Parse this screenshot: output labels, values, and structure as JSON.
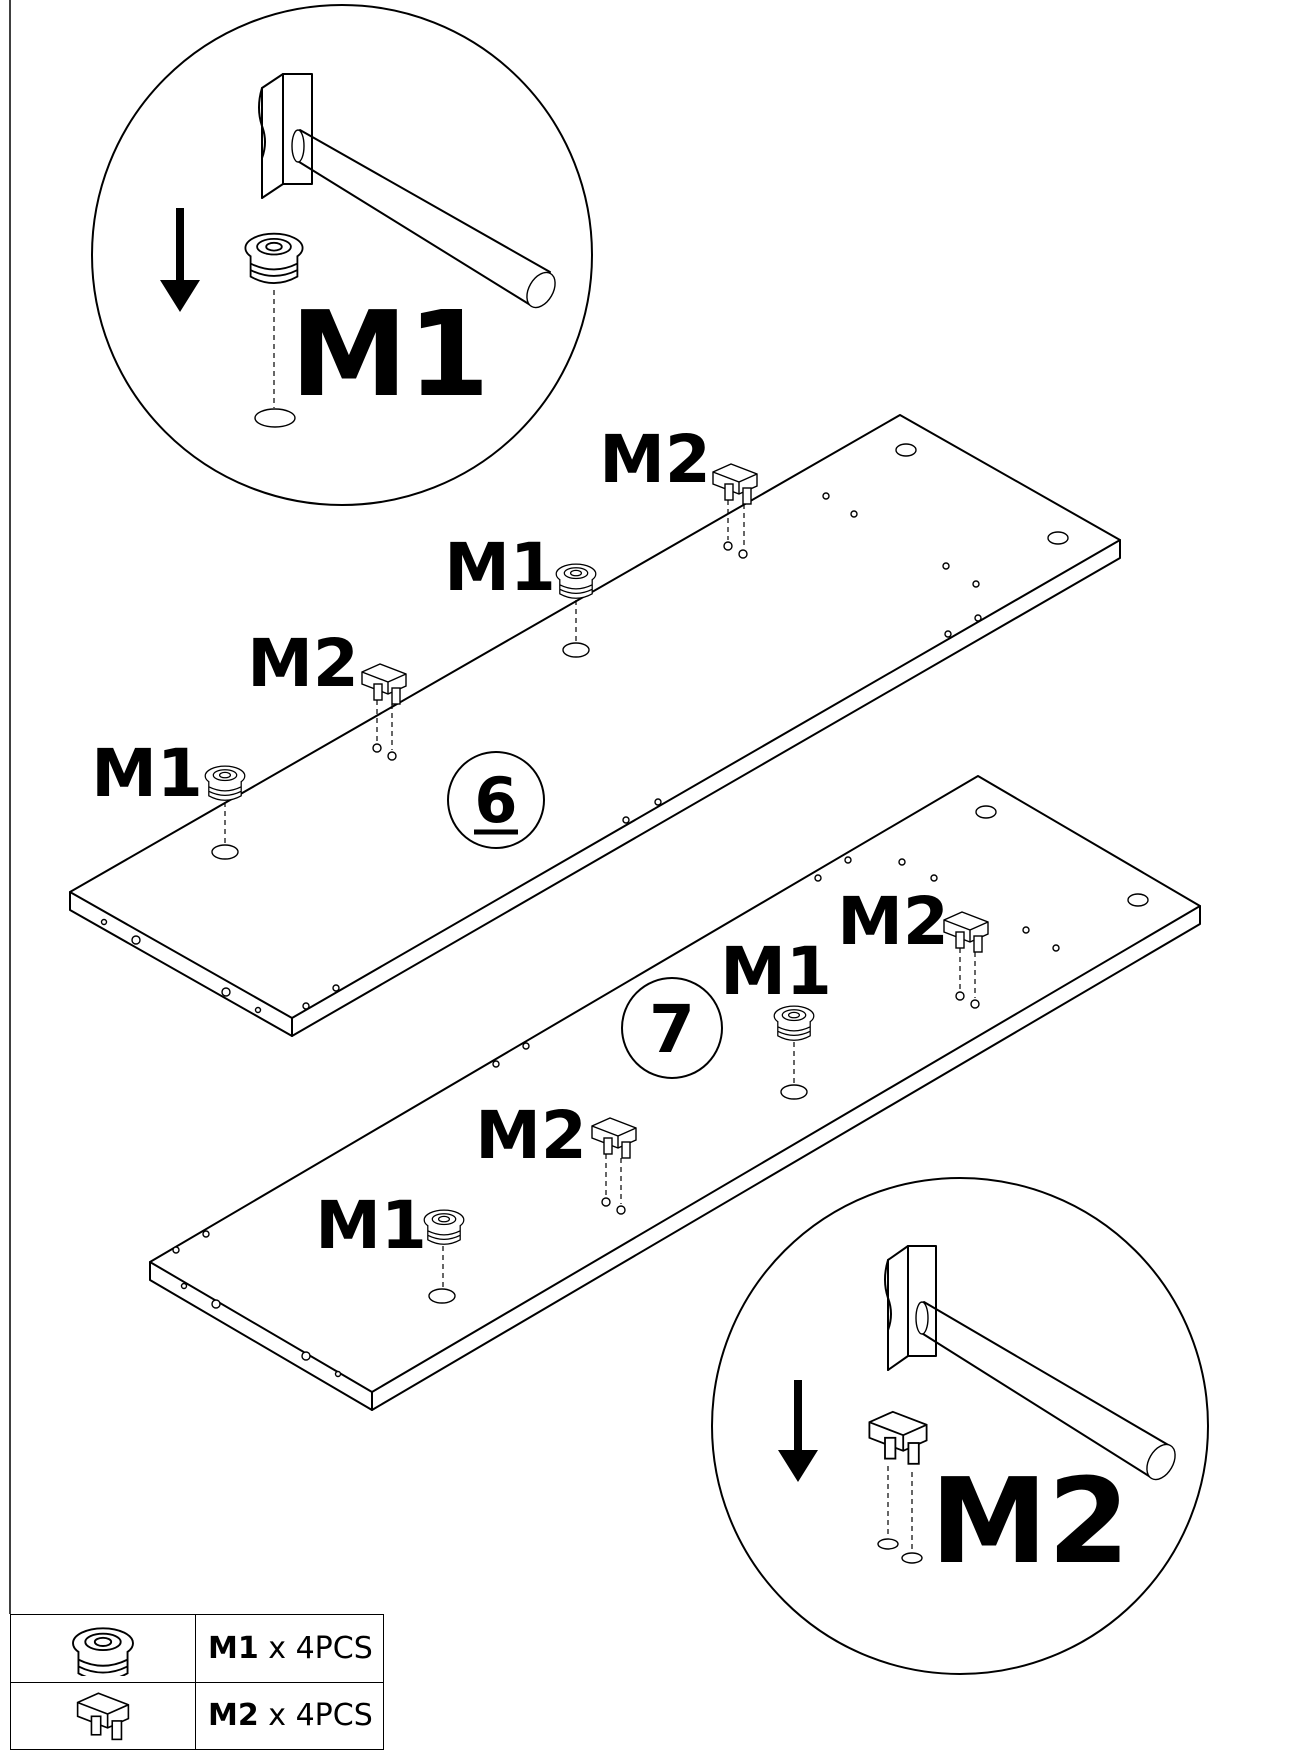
{
  "callouts": [
    {
      "id": "m1-big",
      "text": "M1"
    },
    {
      "id": "m2-big",
      "text": "M2"
    }
  ],
  "panel6": {
    "step": "6",
    "labels": [
      "M2",
      "M1",
      "M2",
      "M1"
    ]
  },
  "panel7": {
    "step": "7",
    "labels": [
      "M2",
      "M1",
      "M2",
      "M1"
    ]
  },
  "parts": [
    {
      "code": "M1",
      "qty": "x 4PCS",
      "icon": "cam-lock-nut-icon"
    },
    {
      "code": "M2",
      "qty": "x 4PCS",
      "icon": "shelf-clip-icon"
    }
  ]
}
